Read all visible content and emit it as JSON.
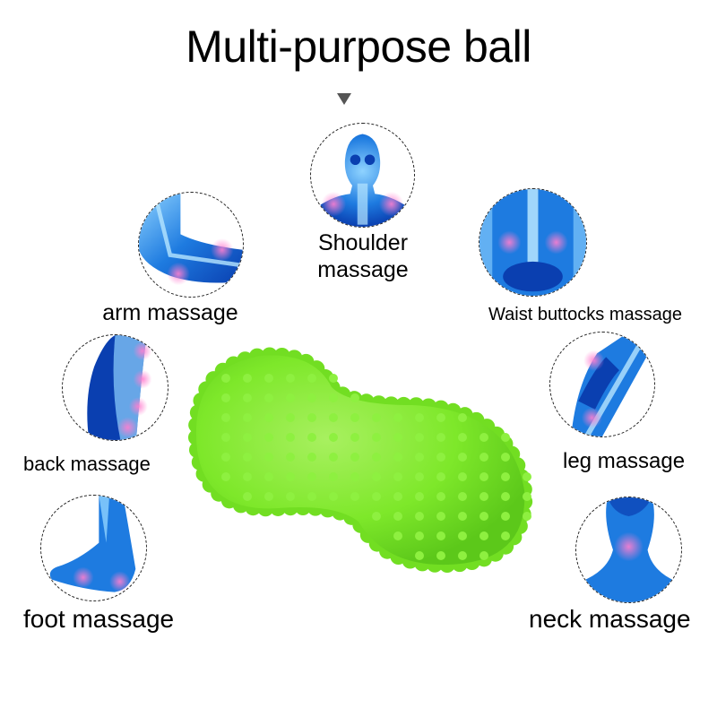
{
  "title": "Multi-purpose ball",
  "pointer_icon": "triangle-down-icon",
  "product": {
    "name": "spiky-peanut-massage-ball",
    "color": "#7ee82a"
  },
  "areas": [
    {
      "id": "shoulder",
      "label_line1": "Shoulder",
      "label_line2": "massage",
      "icon": "shoulder-xray-icon"
    },
    {
      "id": "arm",
      "label": "arm massage",
      "icon": "arm-xray-icon"
    },
    {
      "id": "waist",
      "label": "Waist buttocks massage",
      "icon": "waist-xray-icon"
    },
    {
      "id": "back",
      "label": "back massage",
      "icon": "back-xray-icon"
    },
    {
      "id": "leg",
      "label": "leg massage",
      "icon": "leg-xray-icon"
    },
    {
      "id": "foot",
      "label": "foot massage",
      "icon": "foot-xray-icon"
    },
    {
      "id": "neck",
      "label": "neck massage",
      "icon": "neck-xray-icon"
    }
  ],
  "colors": {
    "xray_dark": "#0a3fb0",
    "xray_mid": "#1e7be0",
    "xray_light": "#8fd3ff",
    "highlight": "#ff7fd0",
    "ball": "#7ee82a",
    "ball_shade": "#5cc81a"
  }
}
